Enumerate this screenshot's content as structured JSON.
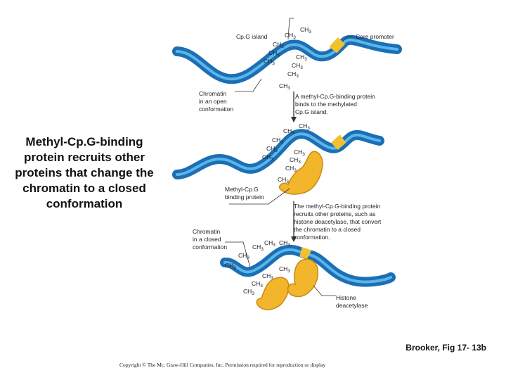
{
  "title": [
    "Methyl-Cp.G-binding",
    "protein recruits other",
    "proteins that change the",
    "chromatin to a closed",
    "conformation"
  ],
  "labels": {
    "cpg_island": "Cp.G island",
    "core_promoter": "Core promoter",
    "chromatin_open": [
      "Chromatin",
      "in an open",
      "conformation"
    ],
    "step1": [
      "A methyl-Cp.G-binding protein",
      "binds to the methylated",
      "Cp.G island."
    ],
    "mecp": [
      "Methyl-Cp.G",
      "binding protein"
    ],
    "chromatin_closed": [
      "Chromatin",
      "in a closed",
      "conformation"
    ],
    "step2": [
      "The methyl-Cp.G-binding protein",
      "recruits other proteins, such as",
      "histone deacetylase, that convert",
      "the chromatin to a closed",
      "conformation."
    ],
    "hdac": [
      "Histone",
      "deacetylase"
    ]
  },
  "methyl": {
    "base": "CH",
    "sub": "3"
  },
  "citation": "Brooker, Fig 17- 13b",
  "copyright": "Copyright © The Mc. Graw-Hill Companies, Inc. Permission required for reproduction or display",
  "colors": {
    "dna_dark": "#1b6fb5",
    "dna_light": "#5db4e8",
    "promoter": "#f2c12e",
    "protein_fill": "#f3b52c",
    "protein_stroke": "#c88a10",
    "line": "#333333"
  }
}
